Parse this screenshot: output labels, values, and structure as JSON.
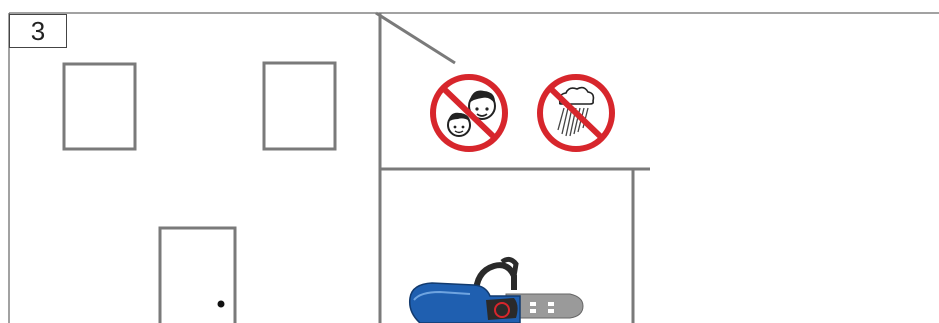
{
  "step": {
    "number": "3"
  },
  "signs": [
    {
      "name": "no-children",
      "meaning": "prohibited"
    },
    {
      "name": "no-rain",
      "meaning": "prohibited"
    }
  ],
  "colors": {
    "outline": "#7a7a7a",
    "prohibition_red": "#d7262c",
    "tool_blue": "#1f5fb0",
    "tool_dark": "#2a2a2a",
    "bar_grey": "#9a9a9a"
  },
  "icons": [
    "house-outline",
    "garage-outline",
    "no-children-icon",
    "no-rain-icon",
    "chainsaw-icon"
  ]
}
